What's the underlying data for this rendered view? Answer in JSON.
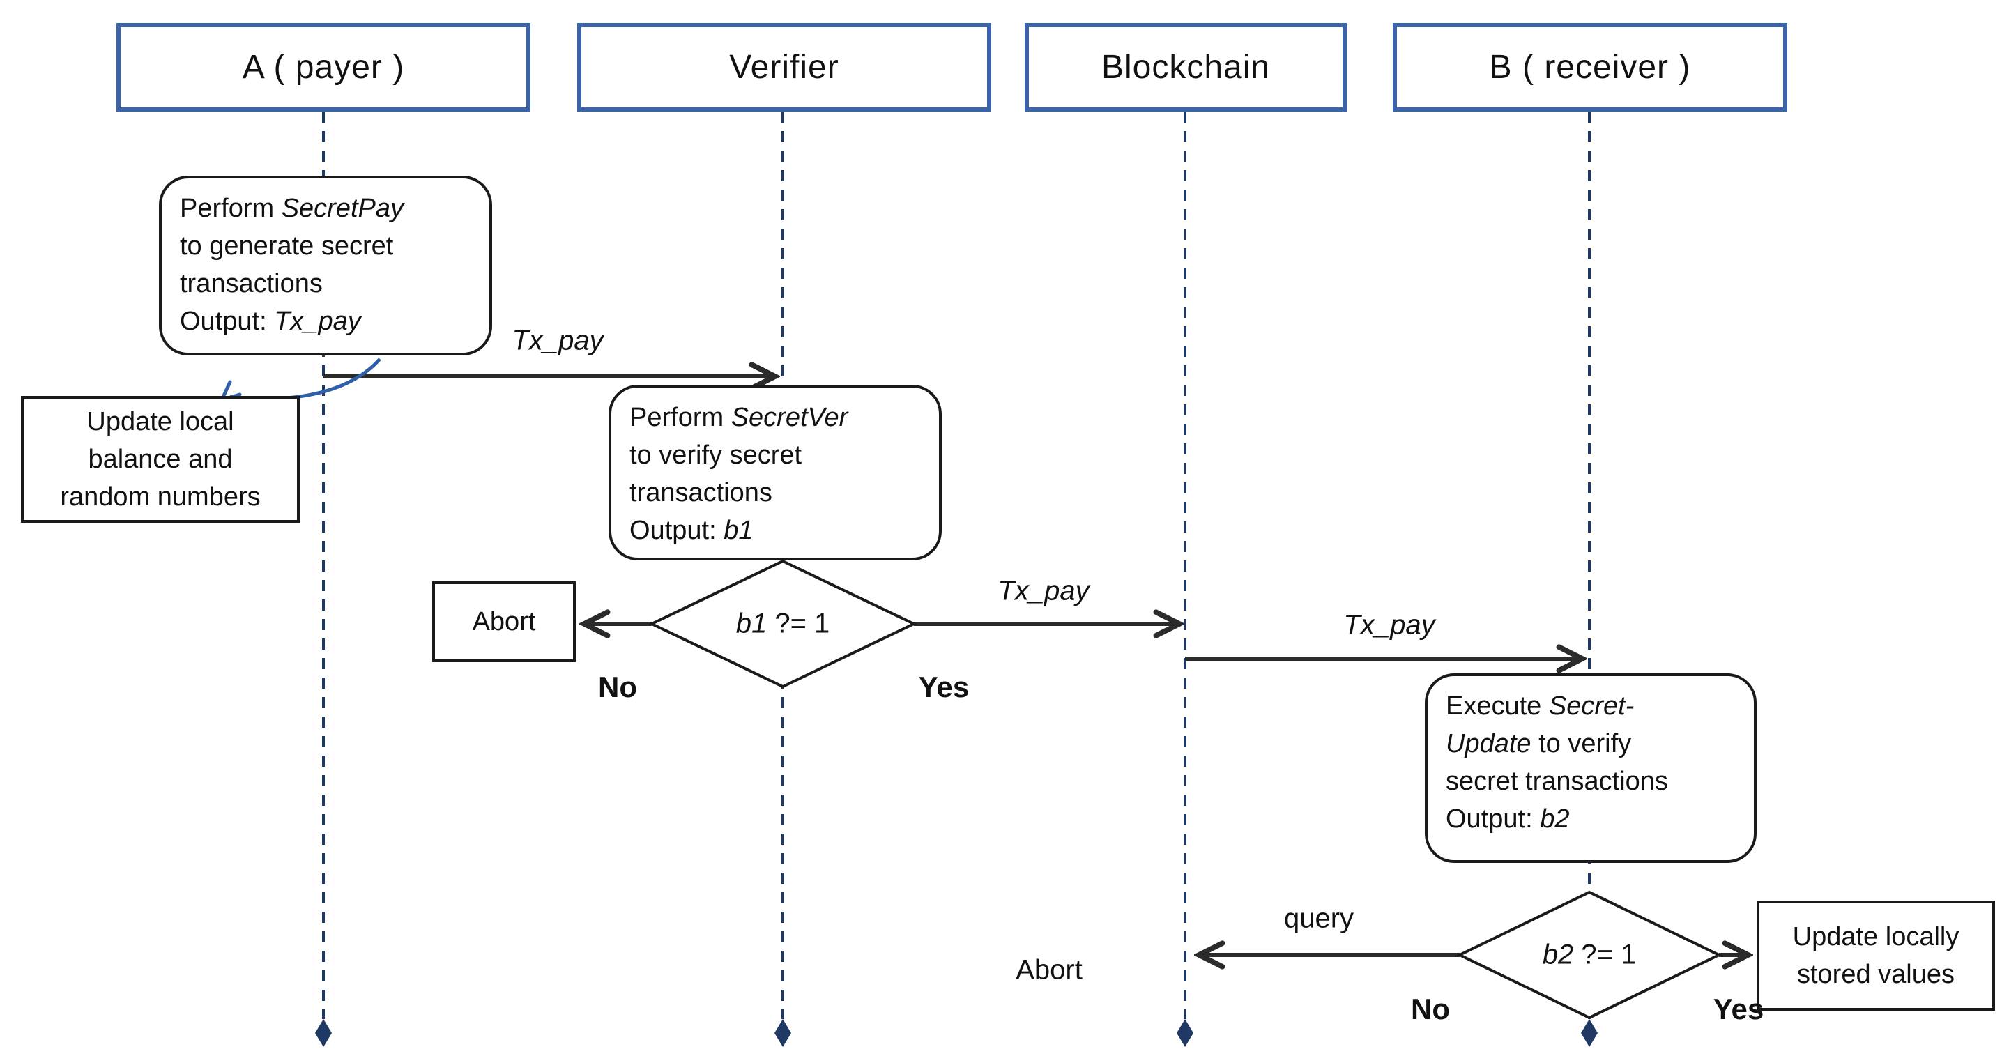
{
  "actors": [
    {
      "label": "A ( payer )"
    },
    {
      "label": "Verifier"
    },
    {
      "label": "Blockchain"
    },
    {
      "label": "B ( receiver )"
    }
  ],
  "boxes": {
    "secret_pay": {
      "l1a": "Perform ",
      "l1b": "SecretPay",
      "l2": "to generate secret",
      "l3": "transactions",
      "l4a": "Output: ",
      "l4b": "Tx_pay"
    },
    "update_local": {
      "l1": "Update local",
      "l2": "balance and",
      "l3": "random numbers"
    },
    "secret_ver": {
      "l1a": "Perform ",
      "l1b": "SecretVer",
      "l2": "to verify secret",
      "l3": "transactions",
      "l4a": "Output: ",
      "l4b": "b1"
    },
    "secret_update": {
      "l1a": "Execute ",
      "l1b": "Secret-",
      "l2a": "Update",
      "l2b": " to verify",
      "l3": "secret transactions",
      "l4a": "Output: ",
      "l4b": "b2"
    },
    "abort": {
      "label": "Abort"
    },
    "update_stored": {
      "l1": "Update locally",
      "l2": "stored values"
    }
  },
  "decisions": {
    "d1": {
      "var": "b1",
      "op": " ?= 1",
      "no": "No",
      "yes": "Yes"
    },
    "d2": {
      "var": "b2",
      "op": " ?= 1",
      "no": "No",
      "yes": "Yes"
    }
  },
  "messages": {
    "m1": "Tx_pay",
    "m2": "Tx_pay",
    "m3": "Tx_pay",
    "query": "query",
    "abort_text": "Abort"
  },
  "colors": {
    "header_border": "#3a63a8",
    "lifeline": "#1f3864",
    "arrow": "#2b2b2b",
    "blue_arrow": "#2f5fa8"
  }
}
